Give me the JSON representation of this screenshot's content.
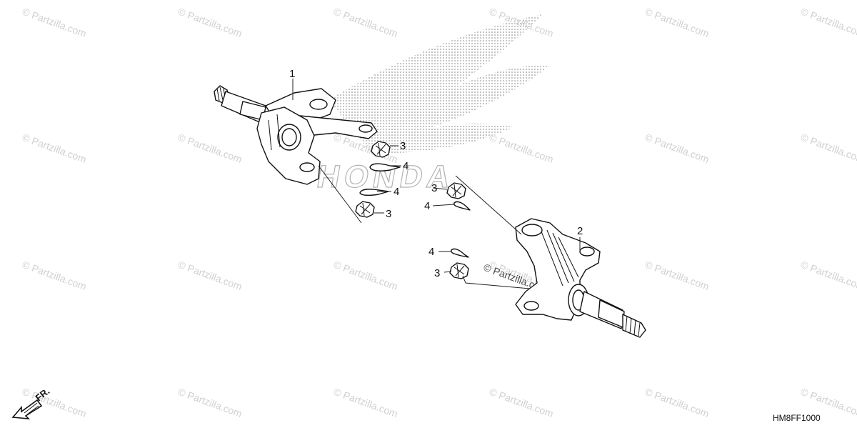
{
  "watermark": {
    "text": "© Partzilla.com"
  },
  "callouts": [
    {
      "id": "c1a",
      "label": "1"
    },
    {
      "id": "c2a",
      "label": "2"
    },
    {
      "id": "c3a",
      "label": "3"
    },
    {
      "id": "c3b",
      "label": "3"
    },
    {
      "id": "c3c",
      "label": "3"
    },
    {
      "id": "c3d",
      "label": "3"
    },
    {
      "id": "c4a",
      "label": "4"
    },
    {
      "id": "c4b",
      "label": "4"
    },
    {
      "id": "c4c",
      "label": "4"
    },
    {
      "id": "c4d",
      "label": "4"
    }
  ],
  "front_indicator": {
    "label": "FR."
  },
  "diagram_code": "HM8FF1000",
  "brand_watermark": {
    "name": "HONDA"
  }
}
